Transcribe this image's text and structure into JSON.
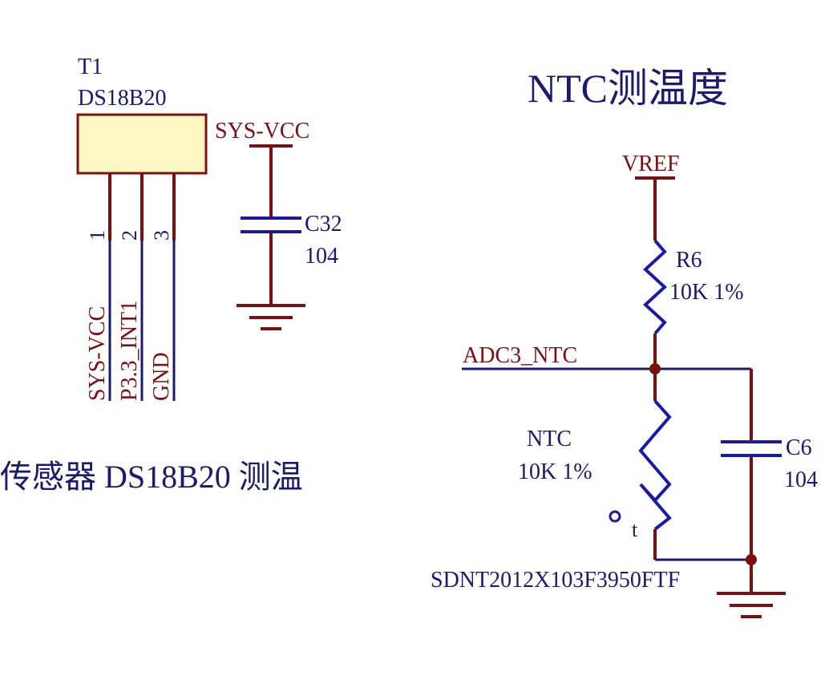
{
  "ds18b20": {
    "designator": "T1",
    "part": "DS18B20",
    "pins": [
      "1",
      "2",
      "3"
    ],
    "nets": [
      "SYS-VCC",
      "P3.3_INT1",
      "GND"
    ],
    "power_label": "SYS-VCC",
    "cap_ref": "C32",
    "cap_value": "104",
    "caption": "传感器 DS18B20 测温"
  },
  "ntc": {
    "title": "NTC测温度",
    "vref_label": "VREF",
    "resistor_ref": "R6",
    "resistor_value": "10K 1%",
    "net_label": "ADC3_NTC",
    "thermistor_ref": "NTC",
    "thermistor_value": "10K 1%",
    "thermistor_symbol": "t",
    "thermistor_part": "SDNT2012X103F3950FTF",
    "cap_ref": "C6",
    "cap_value": "104"
  },
  "colors": {
    "wire": "#1a1aa8",
    "pin": "#7a1010",
    "text": "#1a1a6e",
    "net_text": "#7a1010",
    "component_fill": "#fdf8c2",
    "component_stroke": "#7a1010"
  }
}
